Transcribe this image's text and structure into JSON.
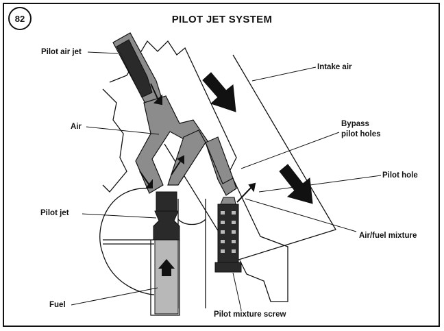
{
  "figure": {
    "number": "82",
    "title": "PILOT JET SYSTEM"
  },
  "labels": {
    "pilot_air_jet": "Pilot air jet",
    "intake_air": "Intake air",
    "air": "Air",
    "bypass_line1": "Bypass",
    "bypass_line2": "pilot holes",
    "pilot_hole": "Pilot hole",
    "pilot_jet": "Pilot jet",
    "air_fuel_mixture": "Air/fuel mixture",
    "fuel": "Fuel",
    "pilot_mixture_screw": "Pilot mixture screw"
  },
  "colors": {
    "air_passage": "#8c8c8c",
    "fuel": "#b8b8b8",
    "outline": "#111111",
    "dark_part": "#2a2a2a"
  }
}
